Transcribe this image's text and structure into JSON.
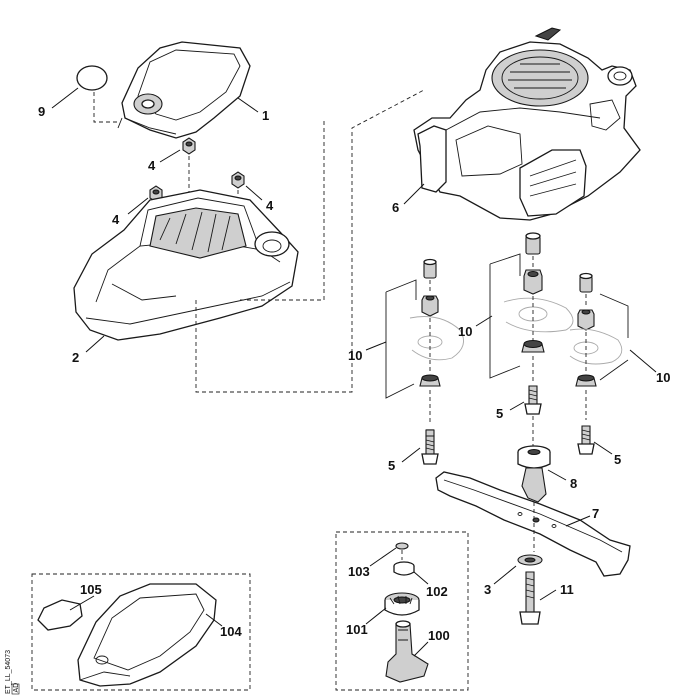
{
  "callouts": {
    "c9": "9",
    "c1": "1",
    "c4a": "4",
    "c4b": "4",
    "c4c": "4",
    "c2": "2",
    "c6": "6",
    "c10a": "10",
    "c10b": "10",
    "c10c": "10",
    "c5a": "5",
    "c5b": "5",
    "c5c": "5",
    "c8": "8",
    "c7": "7",
    "c3": "3",
    "c11": "11",
    "c103": "103",
    "c102": "102",
    "c101": "101",
    "c100": "100",
    "c105": "105",
    "c104": "104"
  },
  "doc_code": {
    "line1": "ET_LL_54073",
    "line2": "AD"
  }
}
